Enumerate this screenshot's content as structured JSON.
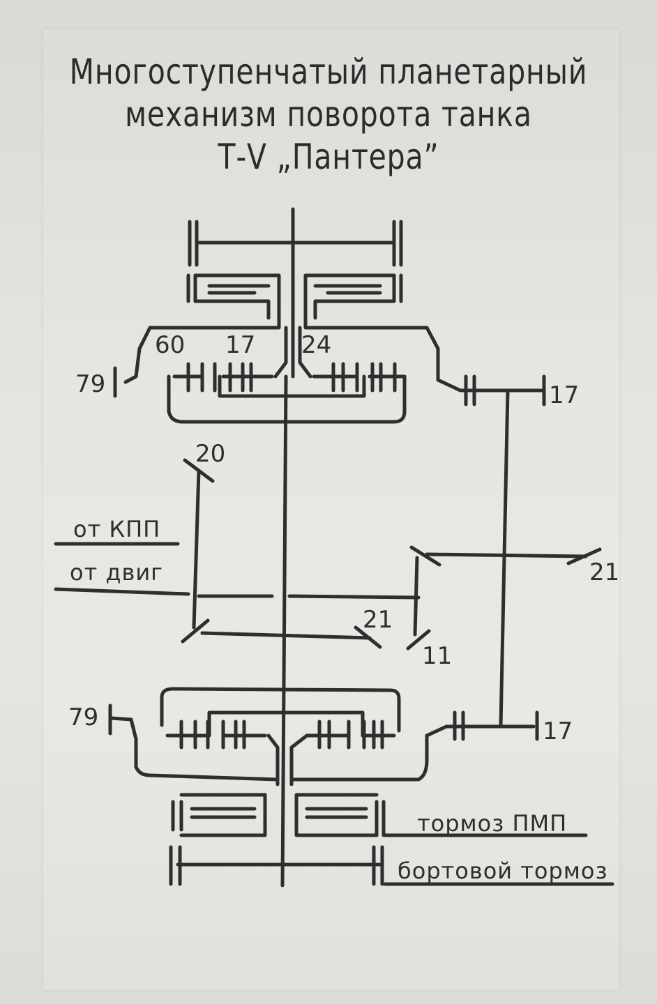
{
  "title_lines": [
    "Многоступенчатый планетарный",
    "механизм поворота танка",
    "Т-V „Пантера”"
  ],
  "labels": {
    "ratio_60": "60",
    "ratio_17_top": "17",
    "ratio_24": "24",
    "ratio_79_top": "79",
    "ratio_17_right_top": "17",
    "ratio_20": "20",
    "ratio_21_right": "21",
    "ratio_21_center": "21",
    "ratio_11": "11",
    "ratio_79_bottom": "79",
    "ratio_17_right_bottom": "17",
    "from_gearbox": "от КПП",
    "from_engine": "от двиг",
    "brake_pmp": "тормоз ПМП",
    "side_brake": "бортовой тормоз"
  }
}
